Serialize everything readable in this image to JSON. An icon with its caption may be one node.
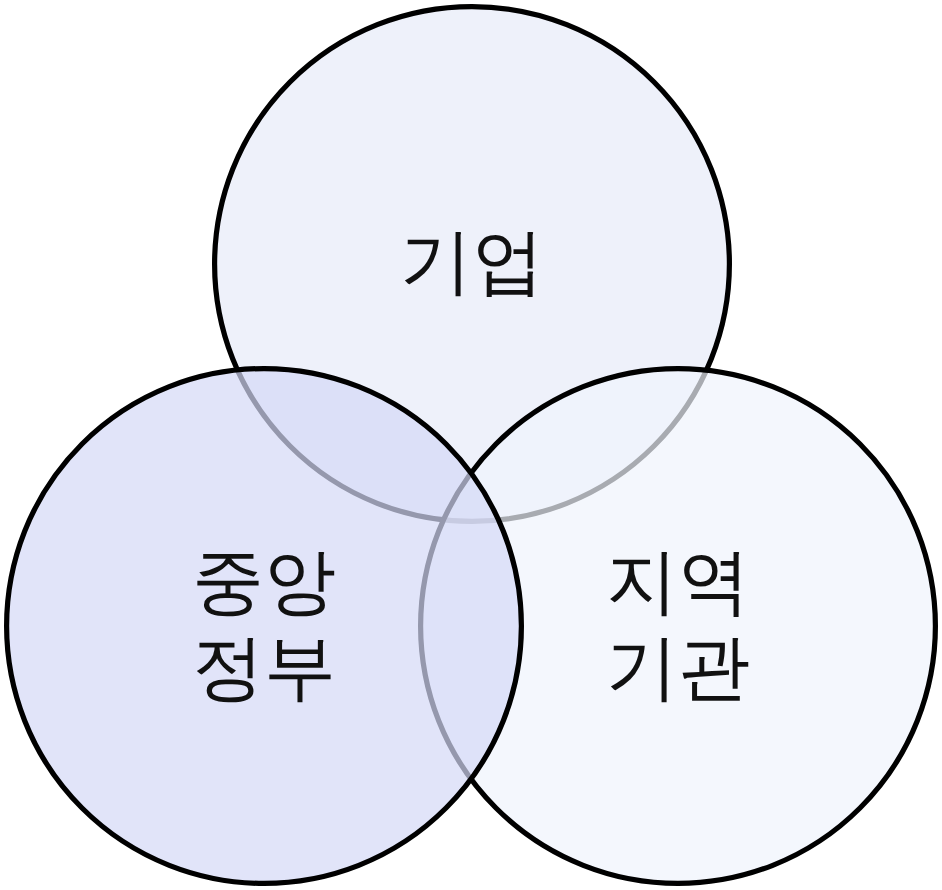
{
  "diagram": {
    "nodes": [
      {
        "text": [
          "기업"
        ]
      },
      {
        "text": [
          "중앙 정부"
        ]
      },
      {
        "text": [
          "지역 기관"
        ]
      }
    ]
  }
}
